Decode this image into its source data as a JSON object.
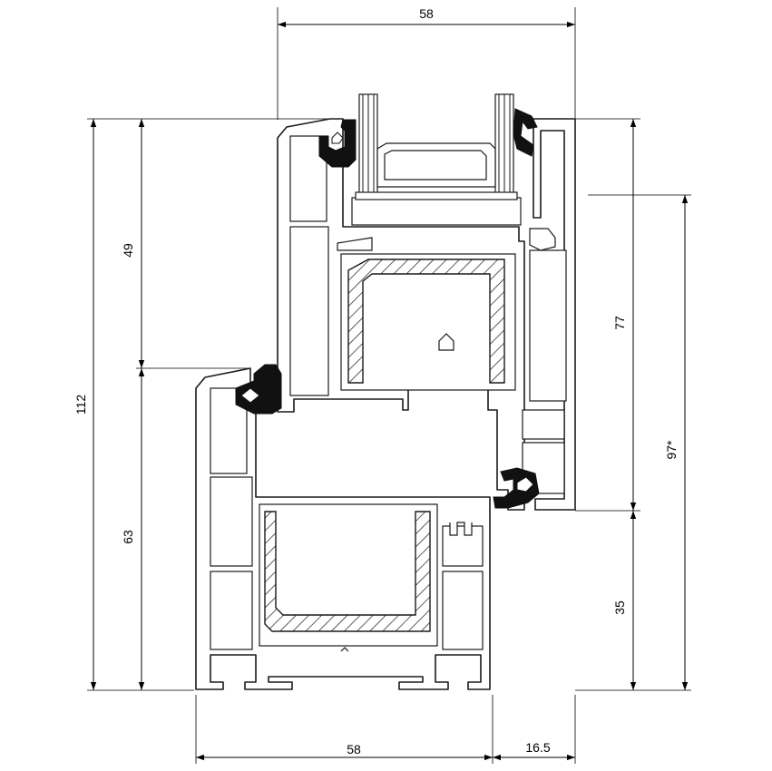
{
  "dimensions": {
    "top_width": "58",
    "left_total": "112",
    "left_upper": "49",
    "left_lower": "63",
    "right_upper": "77",
    "right_lower": "35",
    "right_total": "97*",
    "bottom_width": "58",
    "bottom_offset": "16.5"
  }
}
